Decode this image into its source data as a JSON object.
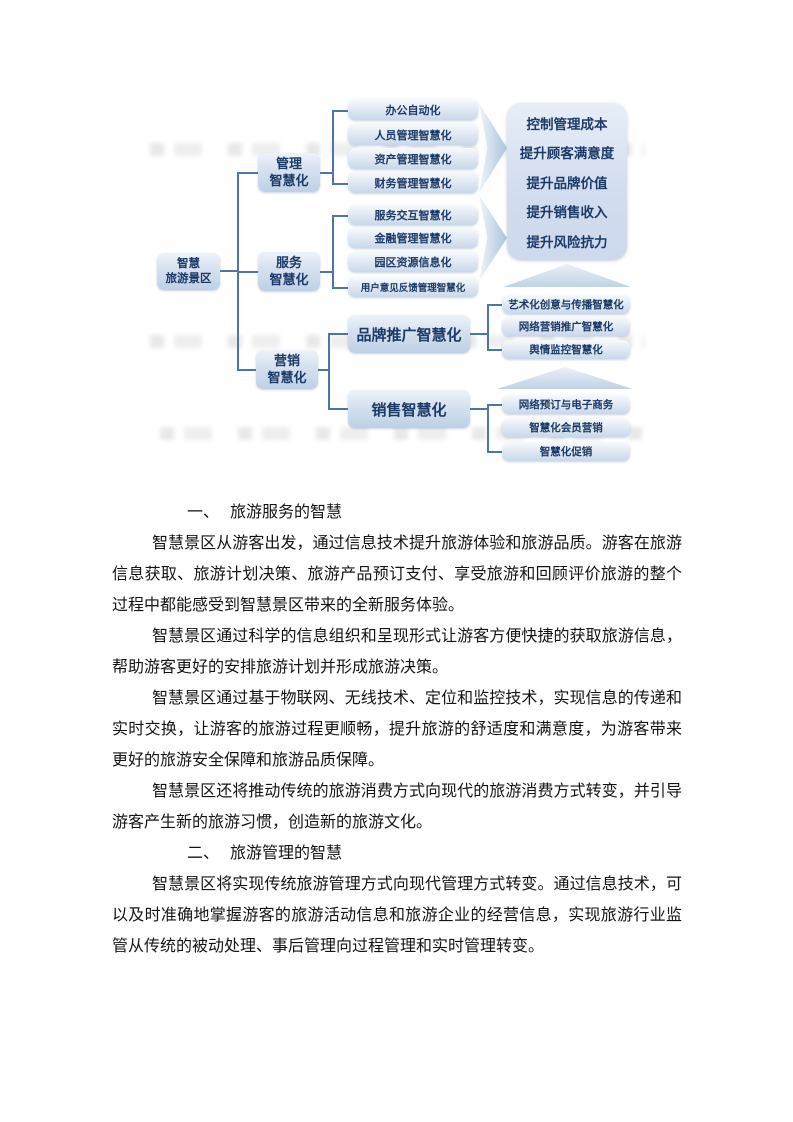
{
  "diagram": {
    "root": {
      "line1": "智慧",
      "line2": "旅游景区"
    },
    "branches": {
      "management": {
        "line1": "管理",
        "line2": "智慧化"
      },
      "service": {
        "line1": "服务",
        "line2": "智慧化"
      },
      "marketing": {
        "line1": "营销",
        "line2": "智慧化"
      }
    },
    "management_children": [
      "办公自动化",
      "人员管理智慧化",
      "资产管理智慧化",
      "财务管理智慧化"
    ],
    "service_children": [
      "服务交互智慧化",
      "金融管理智慧化",
      "园区资源信息化",
      "用户意见反馈管理智慧化"
    ],
    "brand_node": "品牌推广智慧化",
    "sales_node": "销售智慧化",
    "brand_children": [
      "艺术化创意与传播智慧化",
      "网络营销推广智慧化",
      "舆情监控智慧化"
    ],
    "sales_children": [
      "网络预订与电子商务",
      "智慧化会员营销",
      "智慧化促销"
    ],
    "benefits": [
      "控制管理成本",
      "提升顾客满意度",
      "提升品牌价值",
      "提升销售收入",
      "提升风险抗力"
    ]
  },
  "document": {
    "section1": {
      "num": "一、",
      "title": "旅游服务的智慧"
    },
    "section2": {
      "num": "二、",
      "title": "旅游管理的智慧"
    },
    "paragraphs1": [
      "智慧景区从游客出发，通过信息技术提升旅游体验和旅游品质。游客在旅游信息获取、旅游计划决策、旅游产品预订支付、享受旅游和回顾评价旅游的整个过程中都能感受到智慧景区带来的全新服务体验。",
      "智慧景区通过科学的信息组织和呈现形式让游客方便快捷的获取旅游信息，帮助游客更好的安排旅游计划并形成旅游决策。",
      "智慧景区通过基于物联网、无线技术、定位和监控技术，实现信息的传递和实时交换，让游客的旅游过程更顺畅，提升旅游的舒适度和满意度，为游客带来更好的旅游安全保障和旅游品质保障。",
      "智慧景区还将推动传统的旅游消费方式向现代的旅游消费方式转变，并引导游客产生新的旅游习惯，创造新的旅游文化。"
    ],
    "paragraphs2": [
      "智慧景区将实现传统旅游管理方式向现代管理方式转变。通过信息技术，可以及时准确地掌握游客的旅游活动信息和旅游企业的经营信息，实现旅游行业监管从传统的被动处理、事后管理向过程管理和实时管理转变。"
    ]
  },
  "colors": {
    "node_text": "#1c3a66",
    "connector": "#4f74a6",
    "node_fill_top": "#f7fafd",
    "node_fill_bottom": "#c9d8ea",
    "body_text": "#141414",
    "page_background": "#ffffff"
  }
}
